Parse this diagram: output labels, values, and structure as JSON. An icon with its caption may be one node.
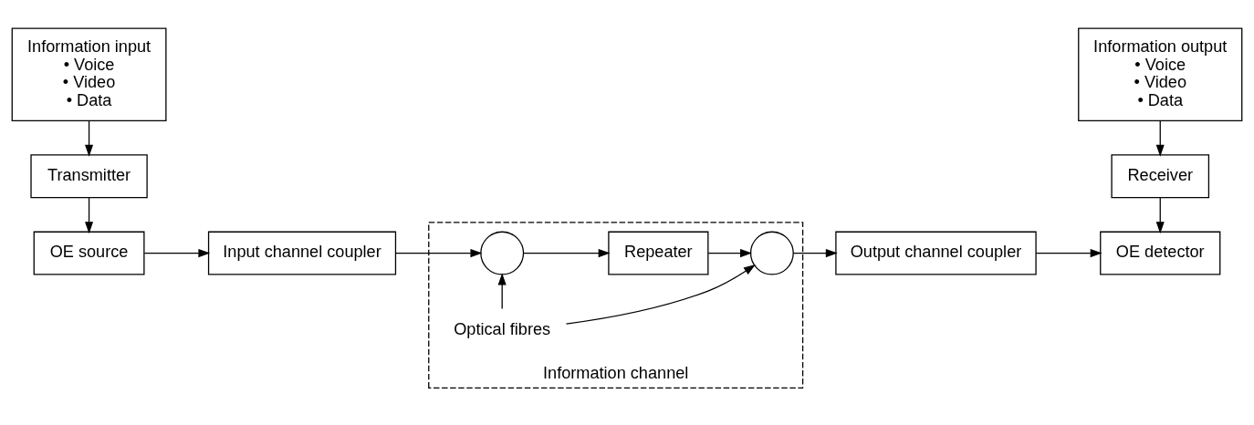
{
  "diagram": {
    "nodes": [
      {
        "text": [
          "OE source"
        ]
      },
      {
        "text": [
          "Transmitter"
        ]
      },
      {
        "text": [
          "Information input",
          "• Voice",
          "• Video",
          "• Data"
        ]
      },
      {
        "text": [
          "Input channel coupler"
        ]
      },
      {
        "text": [
          "Information channel"
        ]
      },
      {
        "text": [],
        "shape": "circle",
        "in": 4
      },
      {
        "text": [
          "Repeater"
        ],
        "in": 4
      },
      {
        "text": [],
        "shape": "circle",
        "in": 4
      },
      {
        "text": [
          "Optical fibres"
        ],
        "in": 4
      },
      {
        "text": [
          "Output channel coupler"
        ]
      },
      {
        "text": [
          "OE detector"
        ]
      },
      {
        "text": [
          "Receiver"
        ]
      },
      {
        "text": [
          "Information output",
          "• Voice",
          "• Video",
          "• Data"
        ]
      }
    ],
    "edges": [
      {
        "from": 2,
        "to": 1,
        "arrow": "to"
      },
      {
        "from": 1,
        "to": 0,
        "arrow": "to"
      },
      {
        "from": 0,
        "to": 3,
        "arrow": "to"
      },
      {
        "from": 3,
        "to": 5,
        "arrow": "to"
      },
      {
        "from": 5,
        "to": 6,
        "arrow": "to"
      },
      {
        "from": 6,
        "to": 7,
        "arrow": "to"
      },
      {
        "from": 7,
        "to": 9,
        "arrow": "to"
      },
      {
        "from": 9,
        "to": 10,
        "arrow": "to"
      },
      {
        "from": 12,
        "to": 11,
        "arrow": "to"
      },
      {
        "from": 11,
        "to": 10,
        "arrow": "to"
      },
      {
        "from": 8,
        "to": 5,
        "arrow": "to"
      },
      {
        "from": 8,
        "to": 7,
        "arrow": "to"
      }
    ]
  }
}
